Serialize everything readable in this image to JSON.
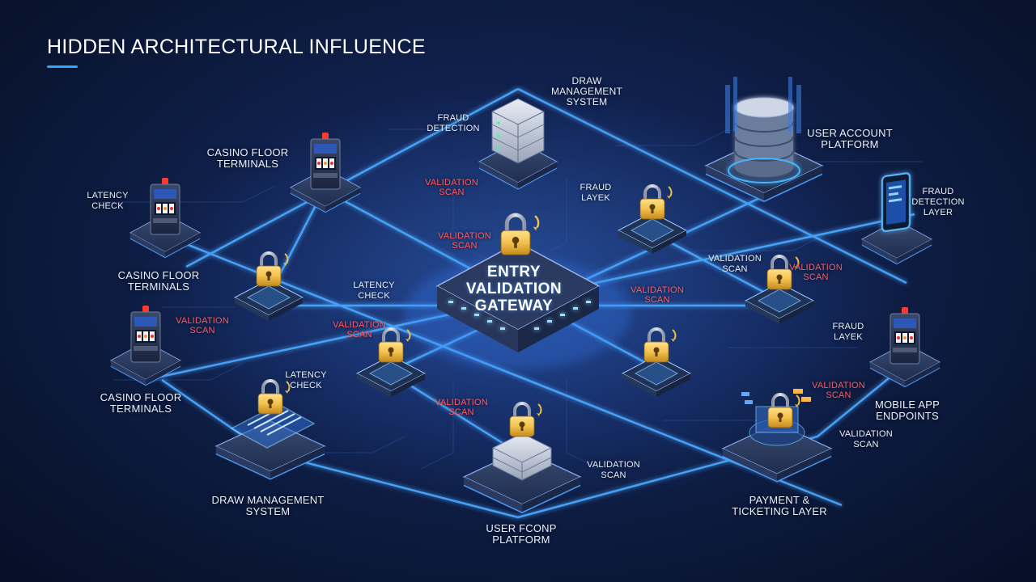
{
  "title": "HIDDEN ARCHITECTURAL INFLUENCE",
  "gateway_label": "ENTRY\nVALIDATION\nGATEWAY",
  "labels": {
    "draw_mgmt_top": "DRAW\nMANAGEMENT\nSYSTEM",
    "fraud_detection_top": "FRAUD\nDETECTION",
    "user_account": "USER ACCOUNT\nPLATFORM",
    "casino_floor_top": "CASINO FLOOR\nTERMINALS",
    "latency_left": "LATENCY\nCHECK",
    "fraud_detection_layer": "FRAUD\nDETECTION\nLAYER",
    "fraud_layer_top": "FRAUD\nLAYEK",
    "casino_floor_mid": "CASINO FLOOR\nTERMINALS",
    "latency_mid": "LATENCY\nCHECK",
    "validation_scan_right": "VALIDATION\nSCAN",
    "fraud_layer_right": "FRAUD\nLAYEK",
    "mobile_app": "MOBILE APP\nENDPOINTS",
    "latency_lower": "LATENCY\nCHECK",
    "casino_floor_bottom": "CASINO FLOOR\nTERMINALS",
    "validation_scan_bottom_right": "VALIDATION\nSCAN",
    "validation_scan_bottom_center": "VALIDATION\nSCAN",
    "draw_mgmt_bottom": "DRAW MANAGEMENT\nSYSTEM",
    "payment": "PAYMENT &\nTICKETING LAYER",
    "user_fconp": "USER FCONP\nPLATFORM"
  },
  "red_labels": {
    "vs_top_left": "VALIDATION\nSCAN",
    "vs_top_center": "VALIDATION\nSCAN",
    "vs_right_top": "VALIDATION\nSCAN",
    "vs_center_right": "VALIDATION\nSCAN",
    "vs_left": "VALIDATION\nSCAN",
    "vs_center_left": "VALIDATION\nSCAN",
    "vs_lower_right": "VALIDATION\nSCAN",
    "vs_bottom_center": "VALIDATION\nSCAN"
  },
  "colors": {
    "background": "#0d1b3e",
    "accent": "#2ea8ff",
    "glow_line": "#4aa8ff",
    "lock_gold": "#f2c14e",
    "alert_red": "#ff5a64"
  },
  "icons": [
    "server-stack-icon",
    "database-icon",
    "slot-machine-icon",
    "padlock-icon",
    "smartphone-icon",
    "document-icon",
    "payment-terminal-icon"
  ]
}
